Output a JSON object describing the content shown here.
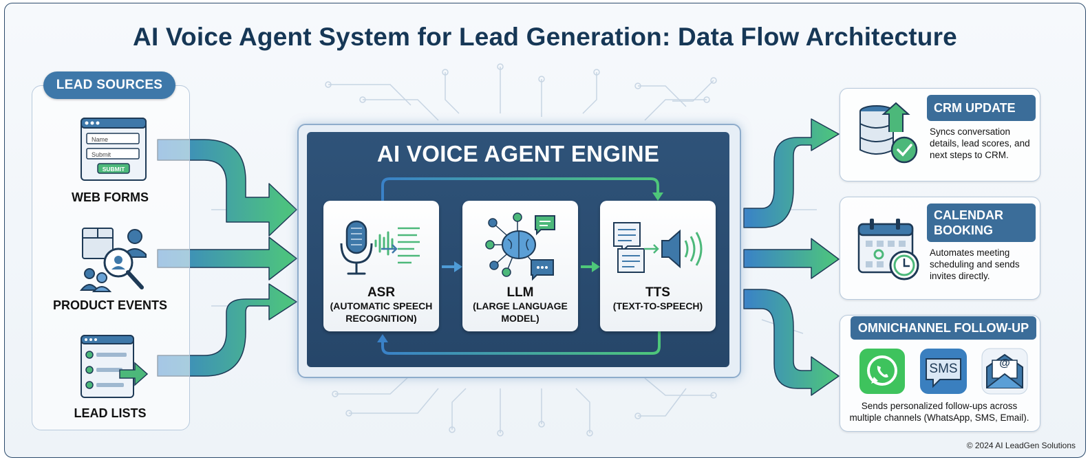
{
  "title": "AI Voice Agent System for Lead Generation: Data Flow Architecture",
  "lead_sources": {
    "heading": "LEAD SOURCES",
    "items": [
      {
        "label": "WEB FORMS",
        "form": {
          "name_placeholder": "Name",
          "submit_placeholder": "Submit",
          "button": "SUBMIT"
        }
      },
      {
        "label": "PRODUCT EVENTS"
      },
      {
        "label": "LEAD LISTS"
      }
    ]
  },
  "engine": {
    "title": "AI VOICE AGENT ENGINE",
    "components": [
      {
        "name": "ASR",
        "desc_line1": "(AUTOMATIC SPEECH",
        "desc_line2": "RECOGNITION)"
      },
      {
        "name": "LLM",
        "desc_line1": "(LARGE LANGUAGE",
        "desc_line2": "MODEL)"
      },
      {
        "name": "TTS",
        "desc_line1": "(TEXT-TO-SPEECH)",
        "desc_line2": ""
      }
    ]
  },
  "outputs": {
    "crm": {
      "title": "CRM UPDATE",
      "text": [
        "Syncs conversation",
        "details, lead scores, and",
        "next steps to CRM."
      ]
    },
    "calendar": {
      "title_line1": "CALENDAR",
      "title_line2": "BOOKING",
      "text": [
        "Automates meeting",
        "scheduling and sends",
        "invites directly."
      ]
    },
    "omnichannel": {
      "title": "OMNICHANNEL FOLLOW-UP",
      "sms_label": "SMS",
      "email_glyph": "@",
      "text": [
        "Sends personalized follow-ups across",
        "multiple channels (WhatsApp, SMS, Email)."
      ]
    }
  },
  "footer": "© 2024 AI LeadGen Solutions",
  "colors": {
    "navy": "#163756",
    "engine": "#2a4c72",
    "blue": "#3d7fc1",
    "green": "#4cc27a",
    "pill": "#3b6d99"
  }
}
